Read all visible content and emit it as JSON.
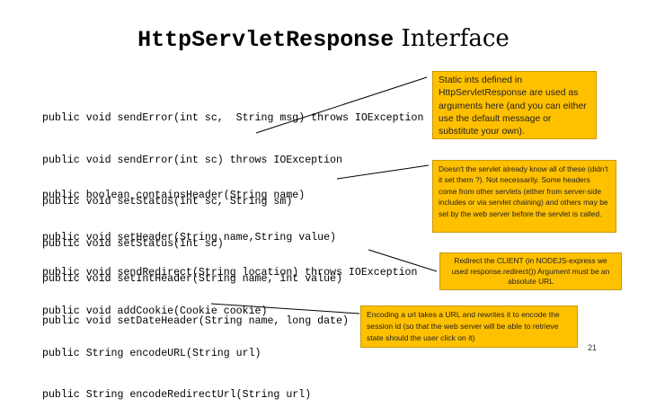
{
  "title": {
    "code": "HttpServletResponse",
    "word": " Interface"
  },
  "code_block_1": [
    "public void sendError(int sc,  String msg) throws IOException",
    "public void sendError(int sc) throws IOException",
    "public void setStatus(int sc, String sm)",
    "public void setStatus(int sc)"
  ],
  "code_block_2": [
    "public boolean containsHeader(String name)",
    "public void setHeader(String name,String value)",
    "public void setIntHeader(String name, int value)",
    "public void setDateHeader(String name, long date)"
  ],
  "code_block_3": [
    "public void sendRedirect(String location) throws IOException"
  ],
  "code_block_4": [
    "public void addCookie(Cookie cookie)",
    "public String encodeURL(String url)",
    "public String encodeRedirectUrl(String url)"
  ],
  "callouts": {
    "status": "Static ints defined in HttpServletResponse are used as arguments here (and you can either use the default message or substitute your own).",
    "headers": "Doesn't the servlet already know all of these (didn't it set them ?). Not necessarily. Some headers come from other servlets (either from server-side includes or via servlet chaining) and others may be set by the web server before the servlet is called.",
    "redirect": "Redirect the CLIENT (in NODEJS-express we used response.redirect()) Argument must be an absolute URL",
    "encode": "Encoding a url takes a URL and rewrites it to encode the session id (so that the web server will be able to retrieve state should the user click on it)"
  },
  "page_number": "21",
  "colors": {
    "callout_fill": "#ffc000",
    "connector": "#000000"
  }
}
